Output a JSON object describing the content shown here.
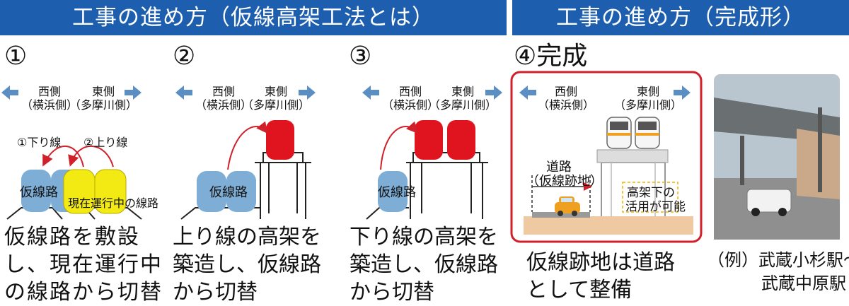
{
  "headers": {
    "left": "工事の進め方（仮線高架工法とは）",
    "right": "工事の進め方（完成形）"
  },
  "colors": {
    "header_bg": "#1d5fae",
    "temp_track": "#7eaed6",
    "current_track": "#f2ea12",
    "new_viaduct": "#e0141e",
    "frame": "#d0202a"
  },
  "direction": {
    "west": [
      "西側",
      "（横浜側）"
    ],
    "east": [
      "東側",
      "（多摩川側）"
    ]
  },
  "steps": [
    {
      "number": "①",
      "labels": {
        "down": "①下り線",
        "up": "②上り線",
        "temp": "仮線路",
        "current": "現在運行中の線路"
      },
      "caption": [
        "仮線路を敷設",
        "し、現在運行中",
        "の線路から切替"
      ]
    },
    {
      "number": "②",
      "labels": {
        "temp": "仮線路"
      },
      "caption": [
        "上り線の高架を",
        "築造し、仮線路",
        "から切替"
      ]
    },
    {
      "number": "③",
      "labels": {
        "temp": "仮線路"
      },
      "caption": [
        "下り線の高架を",
        "築造し、仮線路",
        "から切替"
      ]
    },
    {
      "number": "④完成",
      "labels": {
        "road": "道路",
        "road_sub": "（仮線跡地）",
        "under": "高架下の",
        "under2": "活用が可能"
      },
      "caption": [
        "仮線跡地は道路",
        "として整備"
      ]
    }
  ],
  "photo_caption": [
    "（例）武蔵小杉駅～",
    "武蔵中原駅"
  ]
}
